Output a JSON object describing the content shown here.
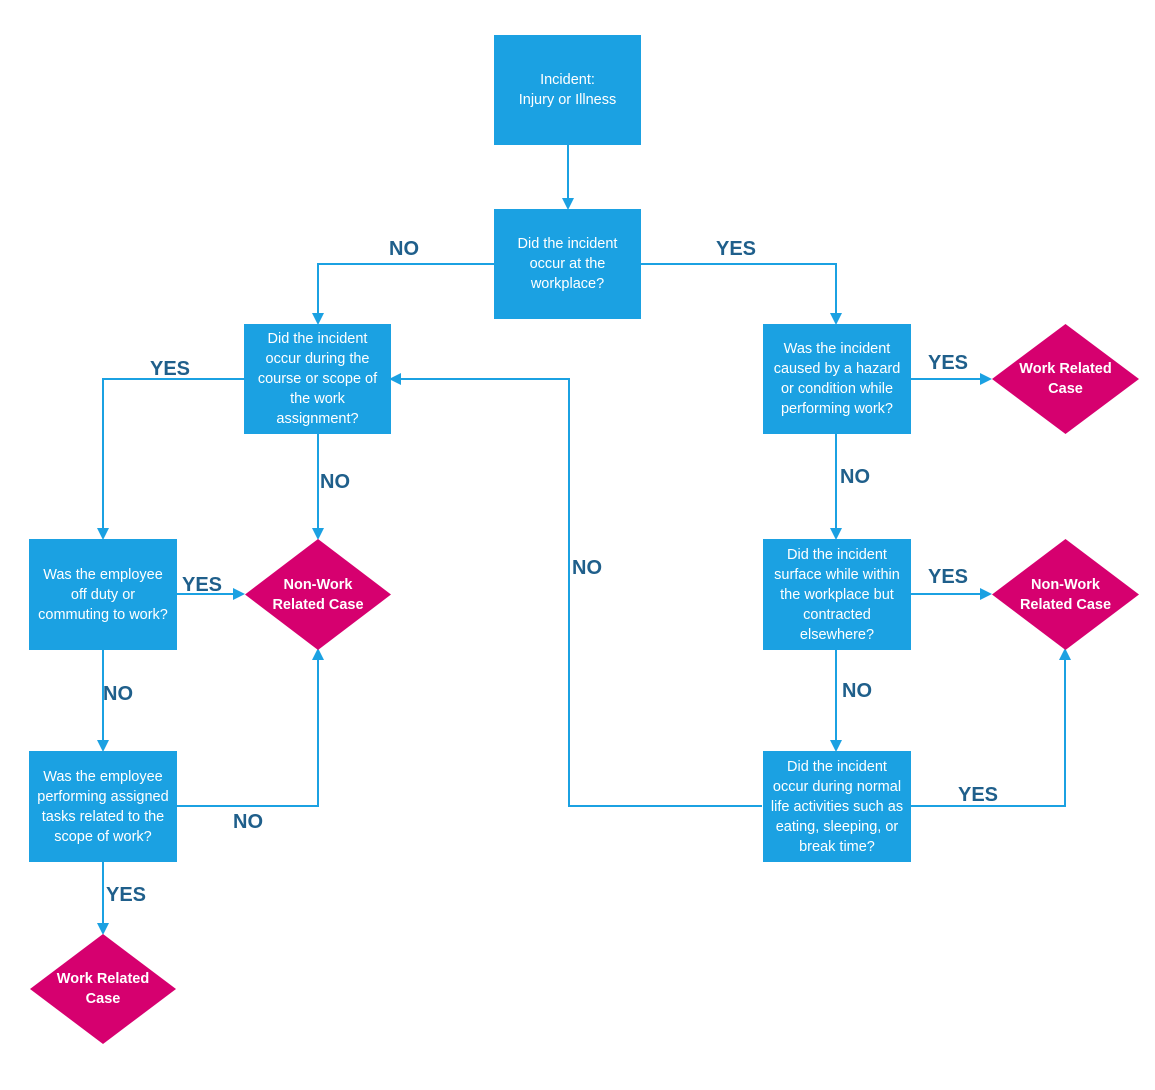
{
  "colors": {
    "process": "#1ba1e2",
    "decision_outcome": "#d6006f",
    "connector": "#1ba1e2",
    "label": "#1f5f8b"
  },
  "nodes": {
    "start": "Incident:\nInjury or Illness",
    "q_workplace": "Did the incident\noccur at the\nworkplace?",
    "q_assignment": "Did the incident\noccur during the\ncourse or scope of\nthe work\nassignment?",
    "q_off_duty": "Was the employee\noff duty or\ncommuting to work?",
    "q_assigned_tasks": "Was the employee\nperforming assigned\ntasks related to the\nscope of work?",
    "q_hazard": "Was the incident\ncaused by a hazard\nor condition while\nperforming work?",
    "q_surface": "Did the incident\nsurface while within\nthe workplace but\ncontracted\nelsewhere?",
    "q_life_activities": "Did the incident\noccur during normal\nlife activities such as\neating, sleeping, or\nbreak time?"
  },
  "outcomes": {
    "non_work_left": "Non-Work\nRelated Case",
    "work_bottom_left": "Work Related\nCase",
    "work_right": "Work Related\nCase",
    "non_work_right": "Non-Work\nRelated Case"
  },
  "edge_labels": {
    "workplace_no": "NO",
    "workplace_yes": "YES",
    "assignment_yes": "YES",
    "assignment_no": "NO",
    "off_duty_yes": "YES",
    "off_duty_no": "NO",
    "assigned_tasks_no": "NO",
    "assigned_tasks_yes": "YES",
    "loop_no": "NO",
    "hazard_yes": "YES",
    "hazard_no": "NO",
    "surface_yes": "YES",
    "surface_no": "NO",
    "life_yes": "YES"
  }
}
